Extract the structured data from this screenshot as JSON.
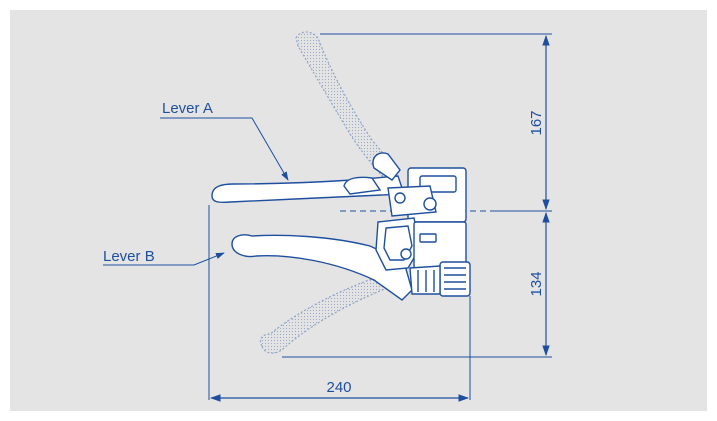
{
  "labels": {
    "lever_a": "Lever A",
    "lever_b": "Lever B"
  },
  "dimensions": {
    "width": "240",
    "height_upper": "167",
    "height_lower": "134"
  },
  "colors": {
    "background": "#ffffff",
    "panel": "#e4e4e4",
    "dimension_line": "#1e4f9f",
    "dimension_text": "#1e4f9f",
    "label_text": "#1e4f9f",
    "outline": "#1e4f9f",
    "part_fill": "#ffffff",
    "ghost_fill": "#f3f3f3",
    "ghost_stroke": "#8fa4c8"
  }
}
